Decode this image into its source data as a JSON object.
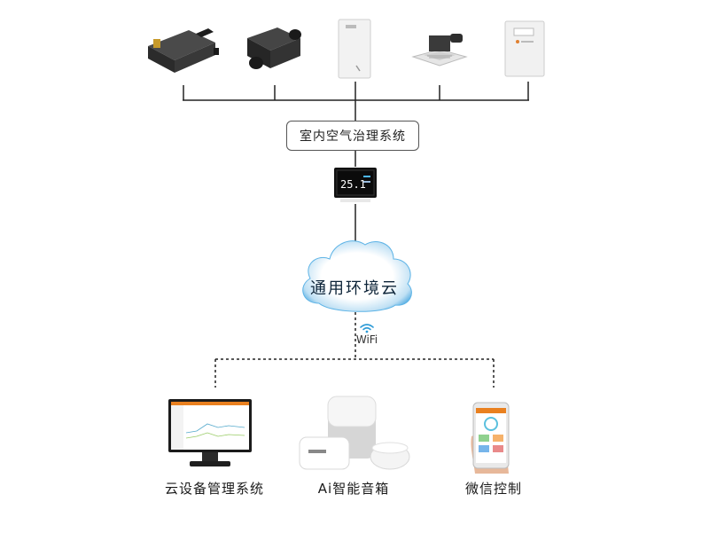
{
  "system_box": {
    "label": "室内空气治理系统"
  },
  "cloud": {
    "label": "通用环境云"
  },
  "wifi": {
    "label": "WiFi"
  },
  "thermostat": {
    "temperature": "25.1"
  },
  "bottom": {
    "left_label": "云设备管理系统",
    "middle_label": "Ai智能音箱",
    "right_label": "微信控制"
  },
  "colors": {
    "line": "#222222",
    "cloud_outer": "#4aa8e0",
    "cloud_inner": "#ffffff",
    "screen_header": "#e9801f"
  },
  "icons": [
    "ventilation-unit-icon",
    "ventilation-unit-icon",
    "wall-panel-icon",
    "ceiling-fan-icon",
    "air-sensor-icon",
    "thermostat-icon",
    "monitor-icon",
    "smart-speaker-icon",
    "smartphone-icon",
    "wifi-icon"
  ]
}
